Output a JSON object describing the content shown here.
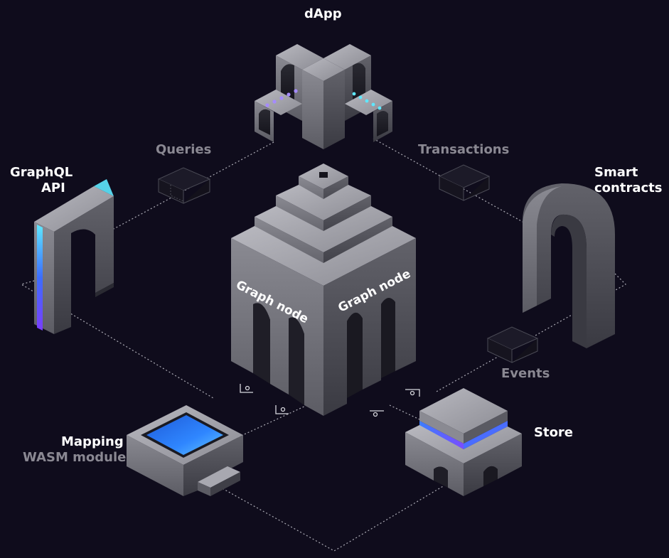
{
  "labels": {
    "dapp": "dApp",
    "queries": "Queries",
    "transactions": "Transactions",
    "graphql_line1": "GraphQL",
    "graphql_line2": "API",
    "smart_line1": "Smart",
    "smart_line2": "contracts",
    "events": "Events",
    "mapping": "Mapping",
    "wasm": "WASM module",
    "store": "Store",
    "graph_node_left": "Graph node",
    "graph_node_right": "Graph node"
  },
  "colors": {
    "background": "#0f0c1c",
    "label_white": "#ffffff",
    "label_grey": "#8a8892",
    "connector_line": "#c8c8d0",
    "block_light": "#9b9ba3",
    "block_mid": "#6e6e77",
    "block_dark": "#45454d",
    "accent_blue": "#3c8dff",
    "accent_purple": "#7a4dff",
    "accent_cyan": "#5ee8ff"
  }
}
